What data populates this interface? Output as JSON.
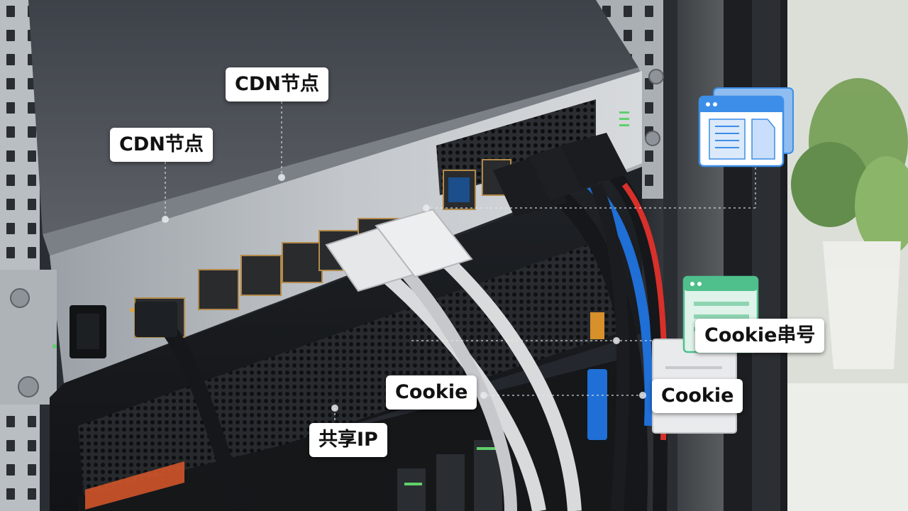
{
  "labels": {
    "cdn_node_upper": "CDN节点",
    "cdn_node_lower": "CDN节点",
    "cookie_serial": "Cookie串号",
    "cookie_center": "Cookie",
    "cookie_right": "Cookie",
    "shared_ip": "共享IP"
  },
  "icons": {
    "browser_windows": "browser-windows-icon",
    "cookie_document": "cookie-document-icon"
  },
  "colors": {
    "label_bg": "#ffffff",
    "label_text": "#111111",
    "cable_white": "#d9dadc",
    "cable_black": "#15171a",
    "cable_blue": "#1f6fd6",
    "cable_red": "#d8302a",
    "port_led_green": "#5fd06a",
    "icon_blue": "#3c8ee8",
    "icon_green": "#4fbf8c"
  }
}
